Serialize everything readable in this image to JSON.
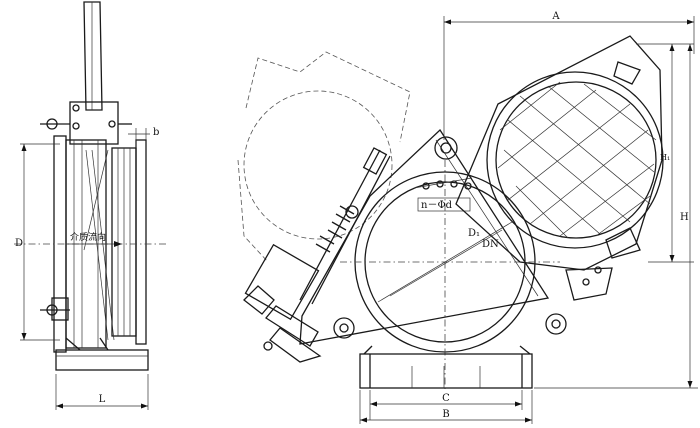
{
  "labels": {
    "A": "A",
    "b": "b",
    "D": "D",
    "L": "L",
    "C": "C",
    "B": "B",
    "H": "H",
    "H1": "H₁",
    "D1": "D₁",
    "DN": "DN",
    "n_phi_d": "n－Φd",
    "flow_direction": "介质流向"
  }
}
